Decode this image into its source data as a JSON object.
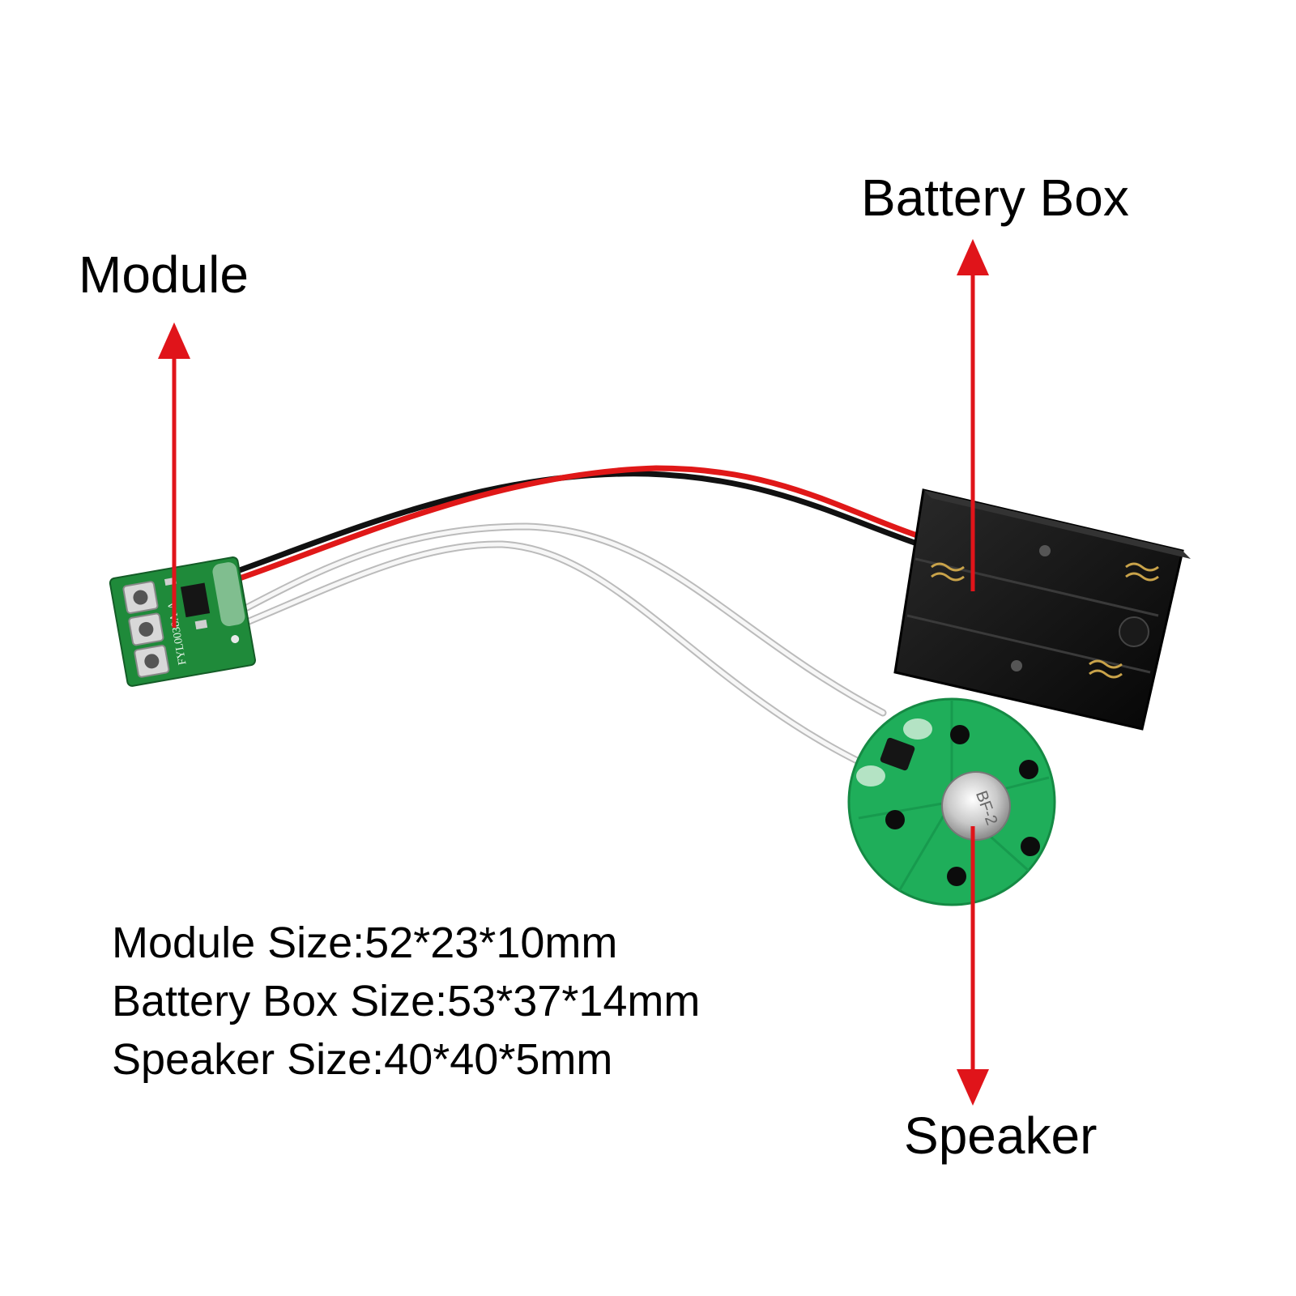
{
  "labels": {
    "module": "Module",
    "battery_box": "Battery Box",
    "speaker": "Speaker"
  },
  "specs": [
    "Module Size:52*23*10mm",
    "Battery Box Size:53*37*14mm",
    "Speaker Size:40*40*5mm"
  ],
  "pcb_marking": "FYL0038A-A",
  "speaker_marking": "BF-2",
  "colors": {
    "arrow": "#e0141a",
    "pcb": "#1f8a3a",
    "speaker": "#1fae5a",
    "battery_box": "#111111",
    "wire_red": "#e01818",
    "wire_black": "#111111",
    "wire_white": "#f4f4f4"
  }
}
